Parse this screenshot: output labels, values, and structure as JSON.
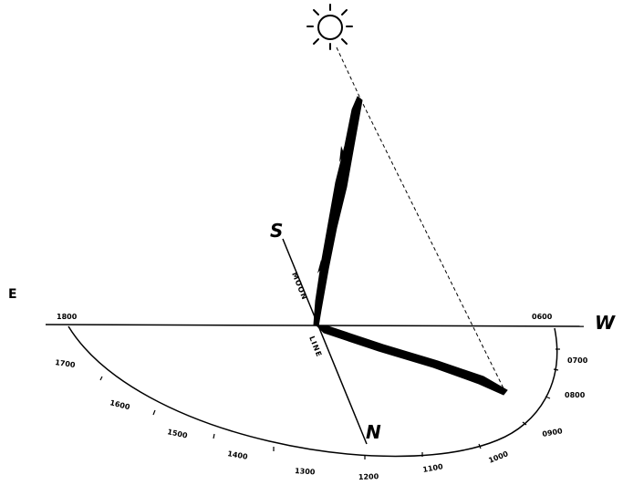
{
  "compass": {
    "east": "E",
    "west": "W",
    "south": "S",
    "north": "N"
  },
  "meridian_line": {
    "upper_label": "MOON",
    "lower_label": "LINE"
  },
  "hour_labels": [
    "1800",
    "1700",
    "1600",
    "1500",
    "1400",
    "1300",
    "1200",
    "1100",
    "1000",
    "0900",
    "0800",
    "0700",
    "0600"
  ],
  "icons": {
    "sun": "sun-icon"
  }
}
